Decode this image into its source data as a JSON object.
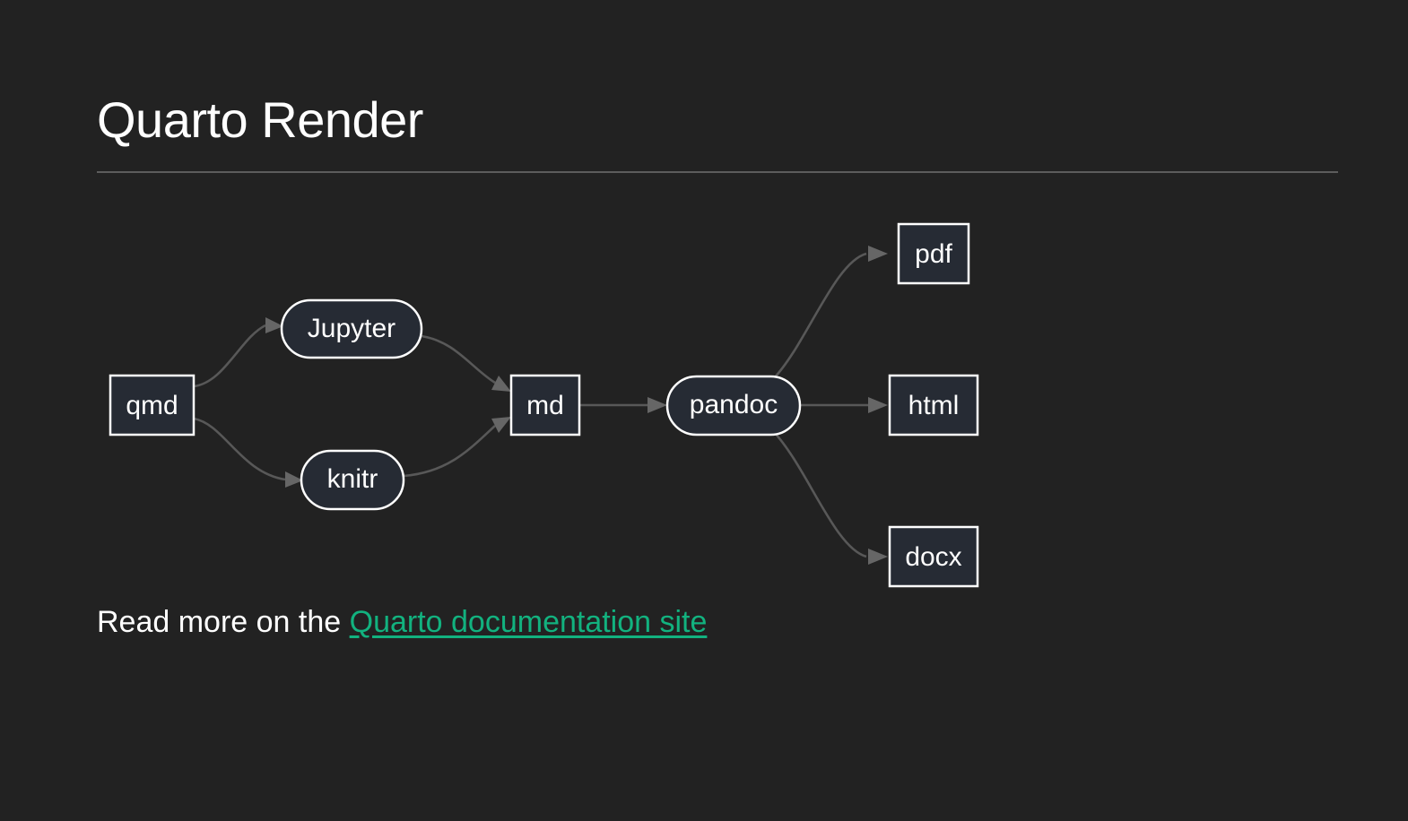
{
  "slide": {
    "title": "Quarto Render",
    "caption_prefix": "Read more on the ",
    "link_label": "Quarto documentation site"
  },
  "theme": {
    "background": "#222222",
    "text": "#ffffff",
    "rule": "#5c5c5c",
    "link": "#12b27f",
    "node_fill": "#262b34",
    "node_border": "#ffffff",
    "edge": "#585858",
    "arrowhead": "#666666"
  },
  "diagram": {
    "type": "flowchart",
    "direction": "left-to-right",
    "nodes": [
      {
        "id": "qmd",
        "label": "qmd",
        "shape": "rect"
      },
      {
        "id": "jupyter",
        "label": "Jupyter",
        "shape": "stadium"
      },
      {
        "id": "knitr",
        "label": "knitr",
        "shape": "stadium"
      },
      {
        "id": "md",
        "label": "md",
        "shape": "rect"
      },
      {
        "id": "pandoc",
        "label": "pandoc",
        "shape": "stadium"
      },
      {
        "id": "pdf",
        "label": "pdf",
        "shape": "rect"
      },
      {
        "id": "html",
        "label": "html",
        "shape": "rect"
      },
      {
        "id": "docx",
        "label": "docx",
        "shape": "rect"
      }
    ],
    "edges": [
      {
        "from": "qmd",
        "to": "jupyter"
      },
      {
        "from": "qmd",
        "to": "knitr"
      },
      {
        "from": "jupyter",
        "to": "md"
      },
      {
        "from": "knitr",
        "to": "md"
      },
      {
        "from": "md",
        "to": "pandoc"
      },
      {
        "from": "pandoc",
        "to": "pdf"
      },
      {
        "from": "pandoc",
        "to": "html"
      },
      {
        "from": "pandoc",
        "to": "docx"
      }
    ]
  }
}
